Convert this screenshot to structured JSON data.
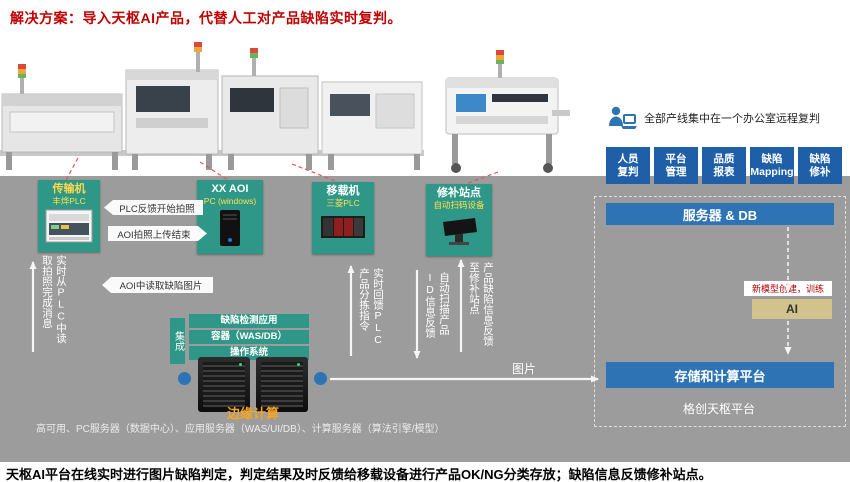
{
  "title": "解决方案：导入天枢AI产品，代替人工对产品缺陷实时复判。",
  "remote_note": "全部产线集中在一个办公室远程复判",
  "tabs": [
    {
      "line1": "人员",
      "line2": "复判"
    },
    {
      "line1": "平台",
      "line2": "管理"
    },
    {
      "line1": "品质",
      "line2": "报表"
    },
    {
      "line1": "缺陷",
      "line2": "Mapping"
    },
    {
      "line1": "缺陷",
      "line2": "修补"
    }
  ],
  "stations": [
    {
      "name": "传输机",
      "sub": "丰烨PLC"
    },
    {
      "name": "XX AOI",
      "sub": "PC (windows)"
    },
    {
      "name": "移载机",
      "sub": "三菱PLC"
    },
    {
      "name": "修补站点",
      "sub": "自动扫码设备"
    }
  ],
  "flows": {
    "plc_start": "PLC反馈开始拍照",
    "aoi_upload_done": "AOI拍照上传结束",
    "aoi_read_images": "AOI中读取缺陷图片",
    "read_plc_message": "实时从PLC中读取拍照完成消息",
    "sorting_command": "实时回馈PLC产品分拣指令",
    "scan_id_feedback": "自动扫描产品ID信息反馈",
    "defect_to_repair": "产品缺陷信息反馈至修补站点",
    "image_transfer": "图片"
  },
  "edge": {
    "integration": "集成",
    "stack": [
      "缺陷检测应用",
      "容器（WAS/DB）",
      "操作系统"
    ],
    "label": "边缘计算",
    "caption": "高可用、PC服务器（数据中心）、应用服务器（WAS/UI/DB）、计算服务器（算法引擎/模型）"
  },
  "platform": {
    "server_db": "服务器 & DB",
    "model_note": "新模型创建，训练",
    "ai": "AI",
    "storage": "存储和计算平台",
    "name": "格创天枢平台"
  },
  "footer": "天枢AI平台在线实时进行图片缺陷判定，判定结果及时反馈给移载设备进行产品OK/NG分类存放；缺陷信息反馈修补站点。",
  "colors": {
    "title_red": "#c00000",
    "teal": "#2e9787",
    "tab_blue": "#1f5fa8",
    "box_blue": "#2e74b5",
    "orange": "#f5a623",
    "gray_bg": "#9c9c9c",
    "ai_tan": "#d2c28c",
    "highlight_yellow": "#ffe14d"
  }
}
